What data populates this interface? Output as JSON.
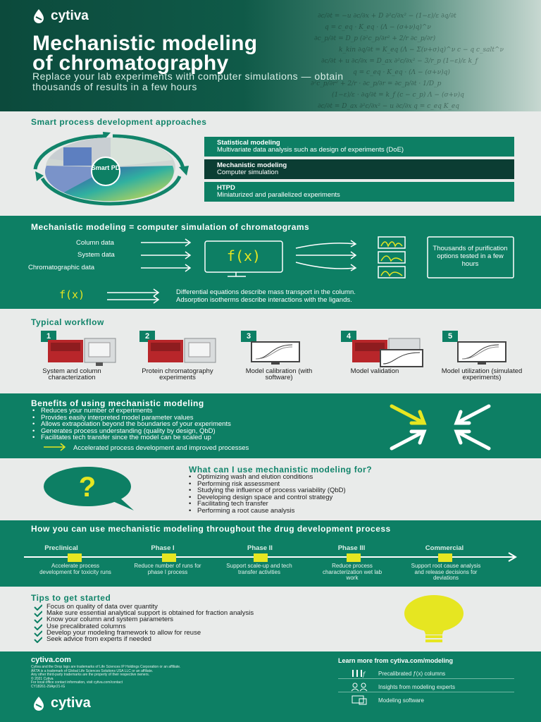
{
  "header": {
    "brand": "cytiva",
    "title_line1": "Mechanistic modeling",
    "title_line2": "of chromatography",
    "subtitle": "Replace your lab experiments with computer simulations — obtain thousands of results in a few hours"
  },
  "approaches": {
    "heading": "Smart process development approaches",
    "center_label": "Smart PD",
    "items": [
      {
        "title": "Statistical modeling",
        "desc": "Multivariate data analysis such as design of experiments (DoE)"
      },
      {
        "title": "Mechanistic modeling",
        "desc": "Computer simulation"
      },
      {
        "title": "HTPD",
        "desc": "Miniaturized and parallelized experiments"
      }
    ]
  },
  "simulation": {
    "heading": "Mechanistic modeling = computer simulation of chromatograms",
    "inputs": [
      "Column data",
      "System data",
      "Chromatographic data"
    ],
    "function_label": "f(x)",
    "result": "Thousands of purification options tested in a few hours",
    "note_fx": "f(x)",
    "note_line1": "Differential equations describe mass transport in the column.",
    "note_line2": "Adsorption isotherms describe interactions with the ligands."
  },
  "workflow": {
    "heading": "Typical workflow",
    "steps": [
      {
        "num": "1",
        "label": "System and column characterization"
      },
      {
        "num": "2",
        "label": "Protein chromatography experiments"
      },
      {
        "num": "3",
        "label": "Model calibration (with software)"
      },
      {
        "num": "4",
        "label": "Model validation"
      },
      {
        "num": "5",
        "label": "Model utilization (simulated experiments)"
      }
    ]
  },
  "benefits": {
    "heading": "Benefits of using mechanistic modeling",
    "items": [
      "Reduces your number of experiments",
      "Provides easily interpreted model parameter values",
      "Allows extrapolation beyond the boundaries of your experiments",
      "Generates process understanding (quality by design, QbD)",
      "Facilitates tech transfer since the model can be scaled up"
    ],
    "result": "Accelerated process development and improved processes"
  },
  "uses": {
    "heading": "What can I use mechanistic modeling for?",
    "items": [
      "Optimizing wash and elution conditions",
      "Performing risk assessment",
      "Studying the influence of process variability (QbD)",
      "Developing design space and control strategy",
      "Facilitating tech transfer",
      "Performing a root cause analysis"
    ]
  },
  "drug_process": {
    "heading": "How you can use mechanistic modeling throughout the drug development process",
    "phases": [
      {
        "name": "Preclinical",
        "desc": "Accelerate process development for toxicity runs"
      },
      {
        "name": "Phase I",
        "desc": "Reduce number of runs for phase I process"
      },
      {
        "name": "Phase II",
        "desc": "Support scale-up and tech transfer activities"
      },
      {
        "name": "Phase III",
        "desc": "Reduce process characterization wet lab work"
      },
      {
        "name": "Commercial",
        "desc": "Support root cause analysis and release decisions for deviations"
      }
    ]
  },
  "tips": {
    "heading": "Tips to get started",
    "items": [
      "Focus on quality of data over quantity",
      "Make sure essential analytical support is obtained for fraction analysis",
      "Know your column and system parameters",
      "Use precalibrated columns",
      "Develop your modeling framework to allow for reuse",
      "Seek advice from experts if needed"
    ]
  },
  "footer": {
    "url": "cytiva.com",
    "legal": [
      "Cytiva and the Drop logo are trademarks of Life Sciences IP Holdings Corporation or an affiliate.",
      "ÄKTA is a trademark of Global Life Sciences Solutions USA LLC or an affiliate.",
      "Any other third-party trademarks are the property of their respective owners.",
      "© 2021 Cytiva",
      "For local office contact information, visit cytiva.com/contact",
      "CY18261-29Apr21-IG"
    ],
    "learn_more": "Learn more from cytiva.com/modeling",
    "resources": [
      "Precalibrated ƒ(x) columns",
      "Insights from modeling experts",
      "Modeling software"
    ],
    "brand": "cytiva"
  },
  "colors": {
    "brand_green": "#0d7f64",
    "dark_green": "#0c4a3c",
    "accent_yellow": "#e6e621"
  }
}
